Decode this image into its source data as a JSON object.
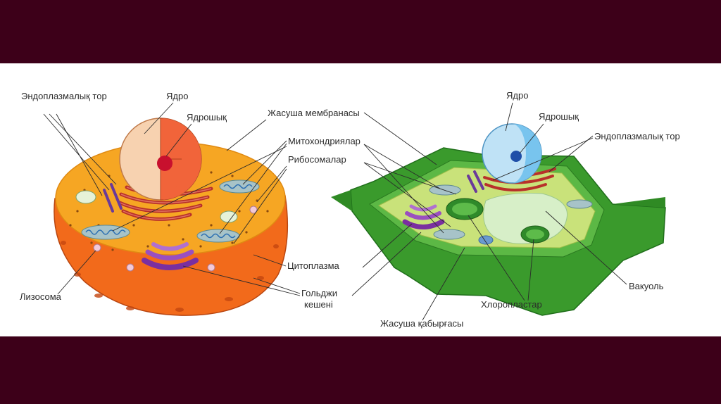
{
  "colors": {
    "frame": "#3d0019",
    "animal_membrane": "#f26a1b",
    "animal_cytoplasm": "#f6a623",
    "plant_wall": "#3a9a2c",
    "plant_cytoplasm": "#c9e27a",
    "vacuole": "#d7efc8",
    "golgi": "#8a3fb0",
    "nucleus_animal": "#f1643a",
    "nucleus_plant": "#78c4ee"
  },
  "animal_cell": {
    "labels": {
      "er": "Эндоплазмалық тор",
      "nucleus": "Ядро",
      "nucleolus": "Ядрошық",
      "membrane": "Жасуша мембранасы",
      "mitochondria": "Митохондриялар",
      "ribosomes": "Рибосомалар",
      "cytoplasm": "Цитоплазма",
      "golgi_line1": "Гольджи",
      "golgi_line2": "кешені",
      "lysosome": "Лизосома"
    }
  },
  "plant_cell": {
    "labels": {
      "nucleus": "Ядро",
      "nucleolus": "Ядрошық",
      "er": "Эндоплазмалық тор",
      "vacuole": "Вакуоль",
      "chloroplasts": "Хлоропластар",
      "cell_wall": "Жасуша қабырғасы"
    }
  }
}
